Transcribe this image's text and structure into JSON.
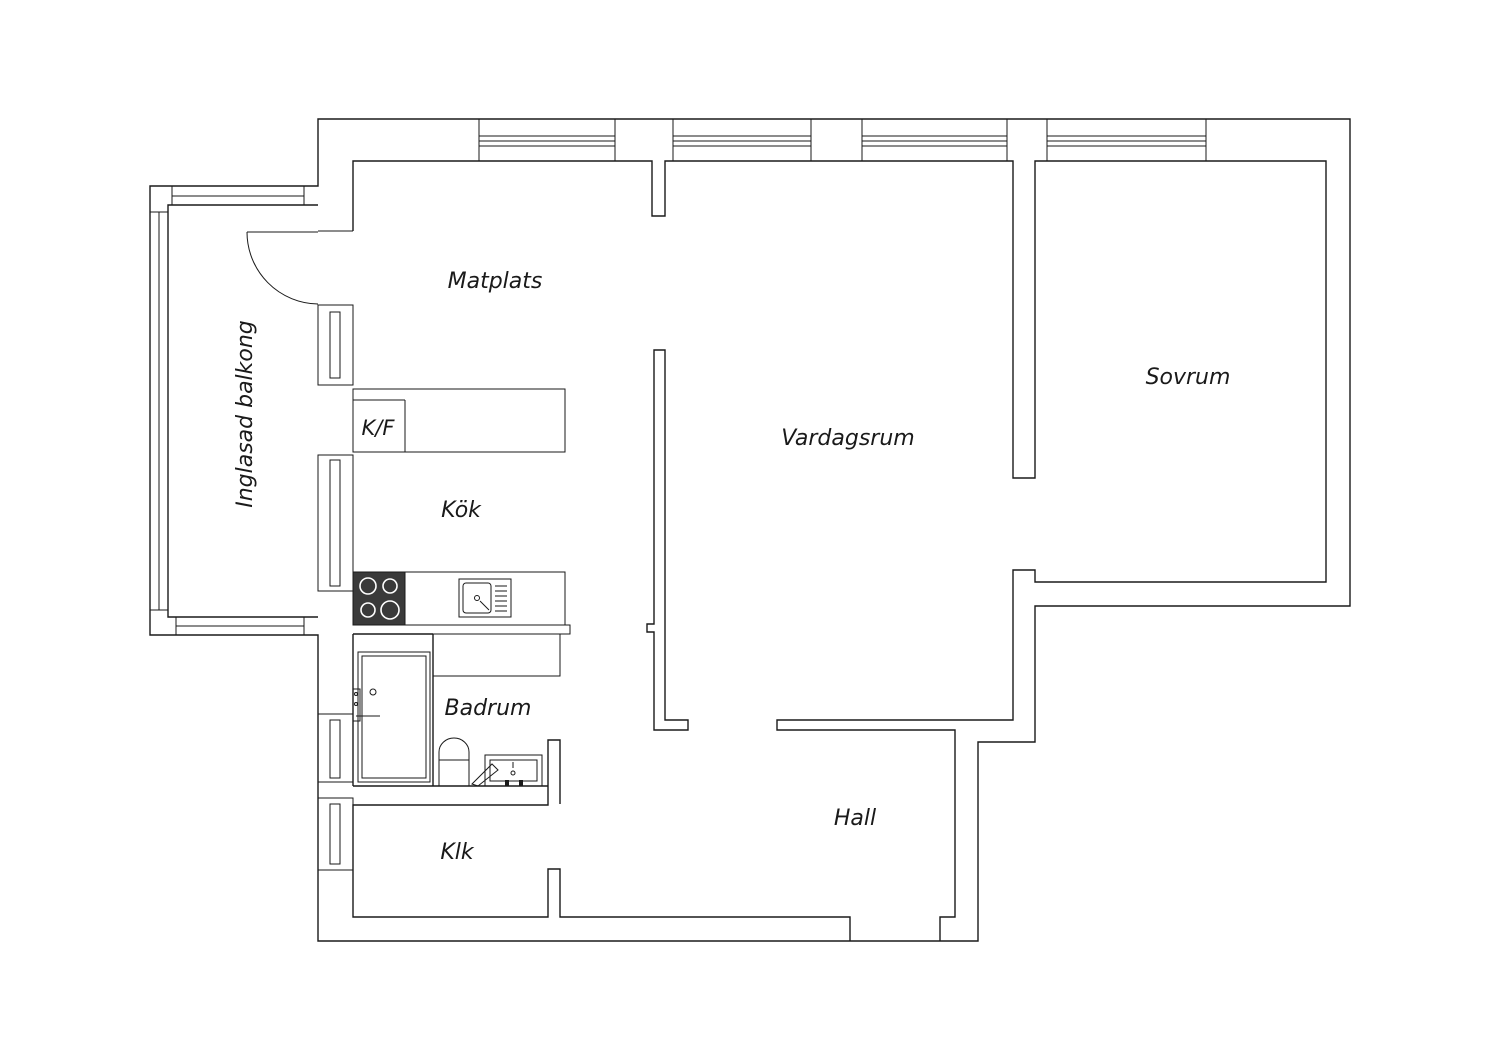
{
  "rooms": {
    "matplats": "Matplats",
    "vardagsrum": "Vardagsrum",
    "sovrum": "Sovrum",
    "kok": "Kök",
    "kf": "K/F",
    "badrum": "Badrum",
    "hall": "Hall",
    "klk": "Klk",
    "balkong": "Inglasad balkong"
  },
  "colors": {
    "line": "#1a1a1a",
    "background": "#ffffff",
    "stove": "#3a3a3a"
  }
}
